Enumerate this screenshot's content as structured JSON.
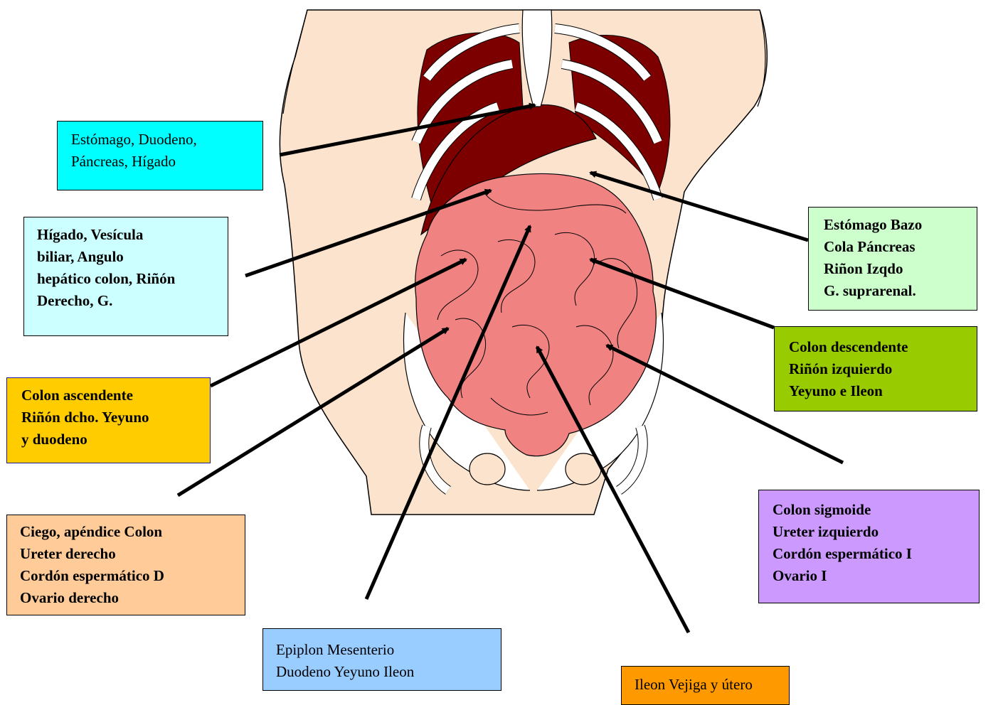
{
  "colors": {
    "skin": "#fbe3cd",
    "bone": "#ffffff",
    "liver": "#7d0000",
    "intestine": "#f08282",
    "line": "#000000"
  },
  "labels": [
    {
      "id": "estomago",
      "lines": [
        "Estómago, Duodeno,",
        "Páncreas, Hígado"
      ],
      "bold": false,
      "bg": "#00ffff"
    },
    {
      "id": "higado",
      "lines": [
        "Hígado, Vesícula",
        "biliar, Angulo",
        "hepático colon, Riñón",
        "Derecho, G."
      ],
      "bold": true,
      "bg": "#ccffff"
    },
    {
      "id": "bazo",
      "lines": [
        "Estómago Bazo",
        "Cola Páncreas",
        "Riñon Izqdo",
        "G. suprarenal."
      ],
      "bold": true,
      "bg": "#ccffcc"
    },
    {
      "id": "descendente",
      "lines": [
        "Colon descendente",
        "Riñón izquierdo",
        "Yeyuno e Ileon"
      ],
      "bold": true,
      "bg": "#99cc00"
    },
    {
      "id": "ascendente",
      "lines": [
        "Colon ascendente",
        "Riñón dcho. Yeyuno",
        "y duodeno"
      ],
      "bold": true,
      "bg": "#ffcc00"
    },
    {
      "id": "ciego",
      "lines": [
        "Ciego, apéndice Colon",
        "Ureter derecho",
        "Cordón espermático D",
        "Ovario derecho"
      ],
      "bold": true,
      "bg": "#ffcc99"
    },
    {
      "id": "sigmoide",
      "lines": [
        "Colon sigmoide",
        "Ureter izquierdo",
        "Cordón espermático I",
        "Ovario I"
      ],
      "bold": true,
      "bg": "#cc99ff"
    },
    {
      "id": "epiplon",
      "lines": [
        "Epiplon Mesenterio",
        "Duodeno Yeyuno Ileon"
      ],
      "bold": false,
      "bg": "#99ccff"
    },
    {
      "id": "ileon",
      "lines": [
        "Ileon Vejiga y útero"
      ],
      "bold": false,
      "bg": "#ff9900"
    }
  ]
}
